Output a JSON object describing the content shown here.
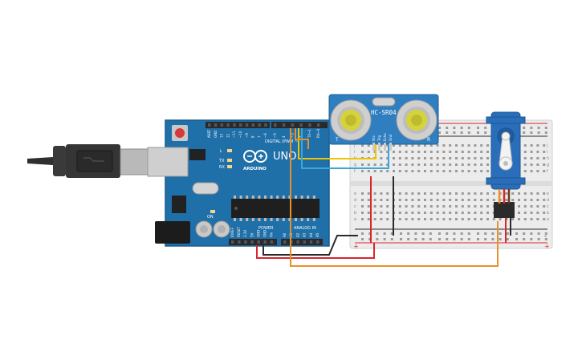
{
  "arduino": {
    "brand": "ARDUINO",
    "model": "UNO",
    "digital_label": "DIGITAL (PWM ~)",
    "power_label": "POWER",
    "analog_label": "ANALOG IN",
    "tx_label": "TX",
    "rx_label": "RX",
    "txrx_header": "TX→1",
    "rxrx_header": "RX←0",
    "l_label": "L",
    "on_label": "ON",
    "digital_pins": [
      "AREF",
      "GND",
      "13",
      "12",
      "~11",
      "~10",
      "~9",
      "8",
      "7",
      "~6",
      "~5",
      "4",
      "~3",
      "2",
      "TX→1",
      "RX←0"
    ],
    "power_pins": [
      "IOREF",
      "RESET",
      "3.3V",
      "5V",
      "GND",
      "GND",
      "Vin"
    ],
    "analog_pins": [
      "A0",
      "A1",
      "A2",
      "A3",
      "A4",
      "A5"
    ]
  },
  "sensor": {
    "label": "HC-SR04",
    "left_tag": "T",
    "right_tag": "R",
    "pins": [
      "Vcc",
      "Trig",
      "Echo",
      "Gnd"
    ]
  },
  "breadboard": {
    "row_letters_top": [
      "j",
      "i",
      "h",
      "g",
      "f"
    ],
    "row_letters_bottom": [
      "e",
      "d",
      "c",
      "b",
      "a"
    ],
    "plus": "+",
    "minus": "-"
  },
  "colors": {
    "pcb": "#1f6fa8",
    "pcb_dark": "#185c8d",
    "breadboard": "#ececec",
    "wire_orange": "#e8902a",
    "wire_red": "#d9262b",
    "wire_black": "#2b2b2b",
    "wire_yellow": "#f2c300",
    "wire_blue": "#3aa6dd",
    "servo": "#2a6ebb"
  }
}
